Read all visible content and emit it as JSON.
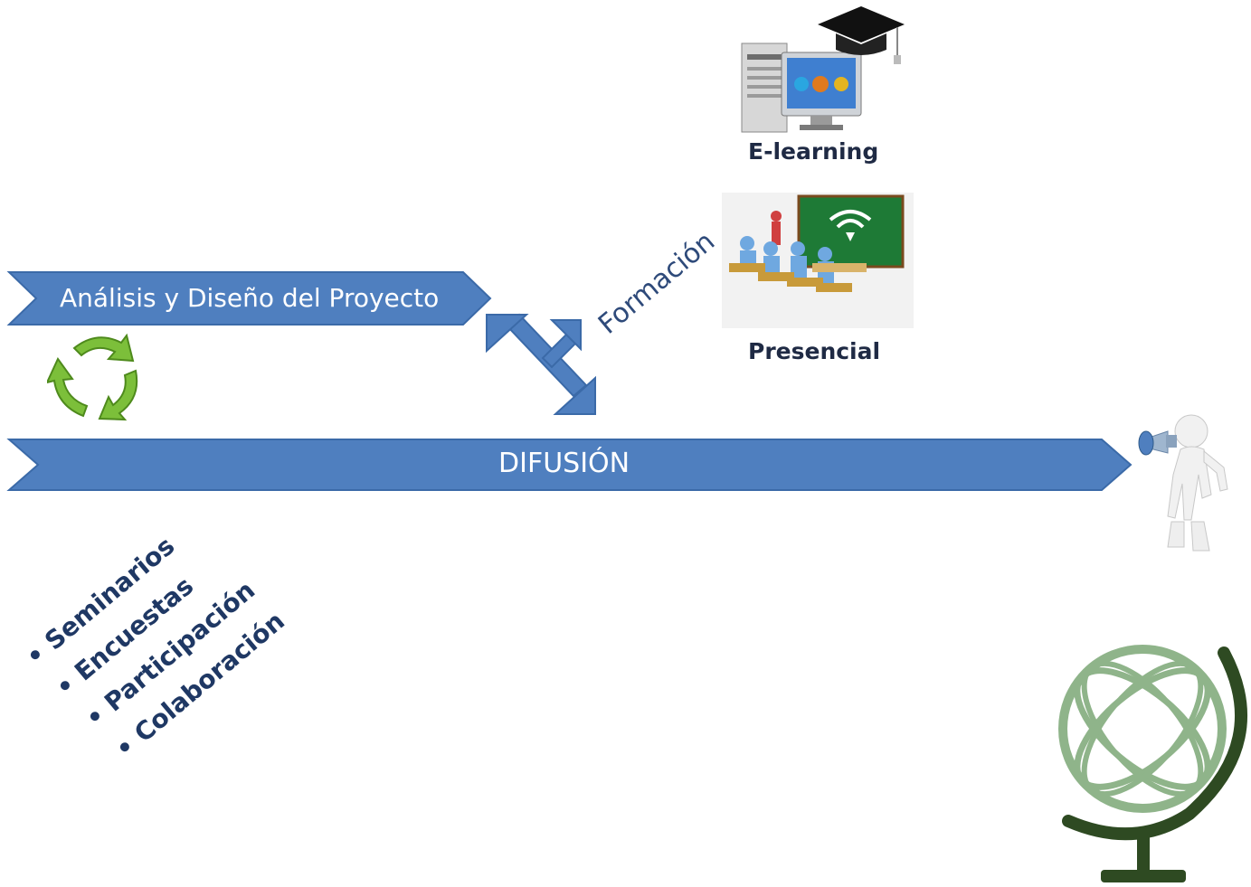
{
  "analysis_label": "Análisis y Diseño del Proyecto",
  "diffusion_label": "DIFUSIÓN",
  "training_label": "Formación",
  "elearning_label": "E-learning",
  "presencial_label": "Presencial",
  "diffusion_items": [
    "Seminarios",
    "Encuestas",
    "Participación",
    "Colaboración"
  ],
  "colors": {
    "arrow_fill": "#4f7fbf",
    "arrow_stroke": "#3b6aa8",
    "text_dark": "#1f3864",
    "recycle_green": "#7cbf3a",
    "globe_green": "#8fb48a",
    "globe_stand": "#2e4a22",
    "board_green": "#1e7a36"
  },
  "icons": [
    "recycle-icon",
    "elearning-computer-icon",
    "graduation-cap-icon",
    "classroom-icon",
    "megaphone-person-icon",
    "globe-icon",
    "double-arrow-icon"
  ]
}
